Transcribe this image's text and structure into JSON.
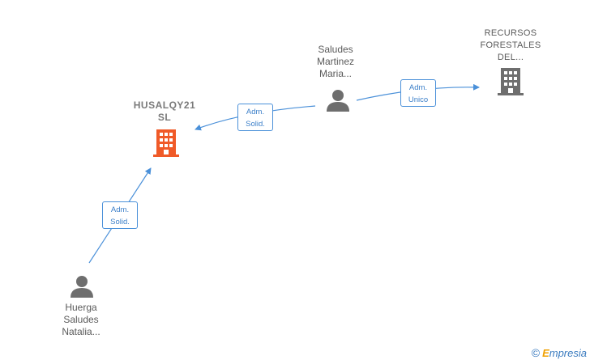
{
  "nodes": {
    "person_center": {
      "line1": "Saludes",
      "line2": "Martinez",
      "line3": "Maria..."
    },
    "company_right": {
      "line1": "RECURSOS",
      "line2": "FORESTALES",
      "line3": "DEL..."
    },
    "company_main": {
      "line1": "HUSALQY21",
      "line2": "SL"
    },
    "person_bottom": {
      "line1": "Huerga",
      "line2": "Saludes",
      "line3": "Natalia..."
    }
  },
  "edges": {
    "center_to_main": {
      "line1": "Adm.",
      "line2": "Solid."
    },
    "center_to_right": {
      "line1": "Adm.",
      "line2": "Unico"
    },
    "bottom_to_main": {
      "line1": "Adm.",
      "line2": "Solid."
    }
  },
  "colors": {
    "edge": "#4a90d9",
    "main_company": "#f05a28",
    "node_icon": "#6e6e6e"
  },
  "footer": {
    "copyright": "©",
    "brand_first": "E",
    "brand_rest": "mpresia"
  }
}
